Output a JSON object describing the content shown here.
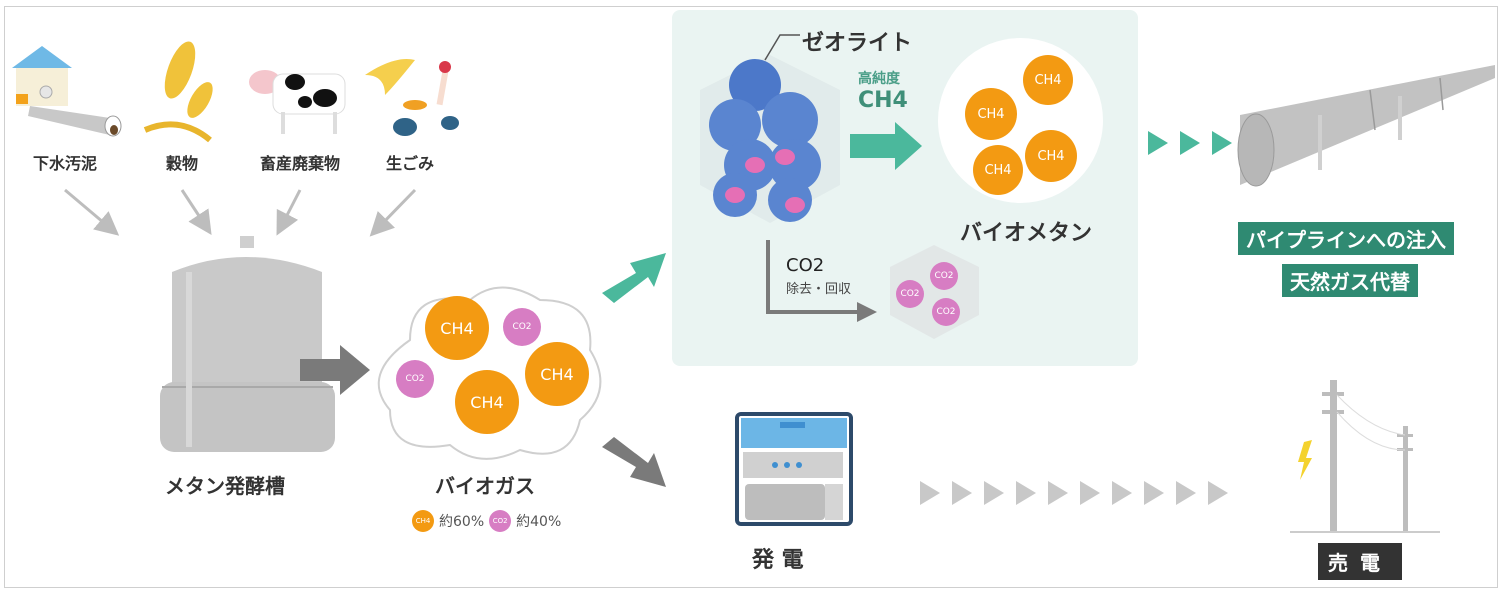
{
  "diagram": {
    "sources": [
      {
        "label": "下水汚泥",
        "icon": "sewage-plant-icon"
      },
      {
        "label": "穀物",
        "icon": "grain-icon"
      },
      {
        "label": "畜産廃棄物",
        "icon": "cow-icon"
      },
      {
        "label": "生ごみ",
        "icon": "food-waste-icon"
      }
    ],
    "digester": {
      "label": "メタン発酵槽"
    },
    "biogas": {
      "label": "バイオガス",
      "molecule_ch4": "CH4",
      "molecule_co2": "CO2",
      "composition": [
        {
          "molecule": "CH4",
          "share": "約60%"
        },
        {
          "molecule": "CO2",
          "share": "約40%"
        }
      ]
    },
    "zeolite": {
      "label": "ゼオライト",
      "purity_label": "高純度",
      "purity_molecule": "CH4",
      "co2_label": "CO2",
      "co2_action": "除去・回収"
    },
    "biomethane": {
      "label": "バイオメタン",
      "molecule": "CH4"
    },
    "pipeline": {
      "label1": "パイプラインへの注入",
      "label2": "天然ガス代替"
    },
    "generator": {
      "label": "発 電"
    },
    "sell": {
      "label": "売電"
    },
    "colors": {
      "teal": "#4bb89c",
      "badge_green": "#2f8a72",
      "ch4_orange": "#f39a12",
      "co2_pink": "#d77dc3",
      "arrow_gray": "#7a7a7a",
      "panel_bg": "#eaf4f2"
    }
  }
}
